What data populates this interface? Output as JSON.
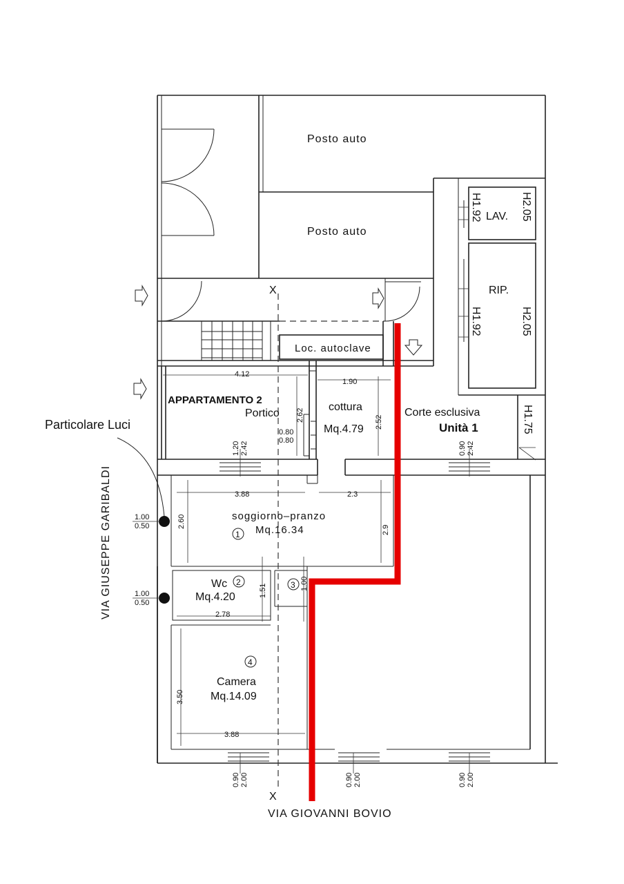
{
  "labels": {
    "posto_auto_1": "Posto auto",
    "posto_auto_2": "Posto auto",
    "lav": "LAV.",
    "lav_h1": "H1.92",
    "lav_h2": "H2.05",
    "rip": "RIP.",
    "rip_h1": "H1.92",
    "rip_h2": "H2.05",
    "h175": "H1.75",
    "autoclave": "Loc. autoclave",
    "appartamento": "APPARTAMENTO 2",
    "portico": "Portico",
    "cottura": "cottura",
    "cottura_area": "Mq.4.79",
    "corte": "Corte esclusiva",
    "unita": "Unità 1",
    "particolare": "Particolare Luci",
    "soggiorno": "soggiorno–pranzo",
    "soggiorno_area": "Mq.16.34",
    "wc": "Wc",
    "wc_area": "Mq.4.20",
    "camera": "Camera",
    "camera_area": "Mq.14.09",
    "via_garibaldi": "VIA  GIUSEPPE  GARIBALDI",
    "via_bovio": "VIA  GIOVANNI  BOVIO",
    "section_top": "X",
    "section_bottom": "X"
  },
  "room_numbers": {
    "r1": "1",
    "r2": "2",
    "r3": "3",
    "r4": "4"
  },
  "dimensions": {
    "d412": "4.12",
    "d190": "1.90",
    "d262": "2.62",
    "d252": "2.52",
    "d080a": "0.80",
    "d080b": "0.80",
    "d120": "1.20",
    "d242a": "2.42",
    "d090a": "0.90",
    "d242b": "2.42",
    "d388a": "3.88",
    "d23": "2.3",
    "d260": "2.60",
    "d29": "2.9",
    "d100a": "1.00",
    "d050a": "0.50",
    "d100b": "1.00",
    "d050b": "0.50",
    "d151": "1.51",
    "d100c": "1.00",
    "d278": "2.78",
    "d350": "3.50",
    "d388b": "3.88",
    "b090a": "0.90",
    "b200a": "2.00",
    "b090b": "0.90",
    "b200b": "2.00",
    "b090c": "0.90",
    "b200c": "2.00"
  },
  "colors": {
    "boundary": "#e60000",
    "lines": "#222222"
  }
}
